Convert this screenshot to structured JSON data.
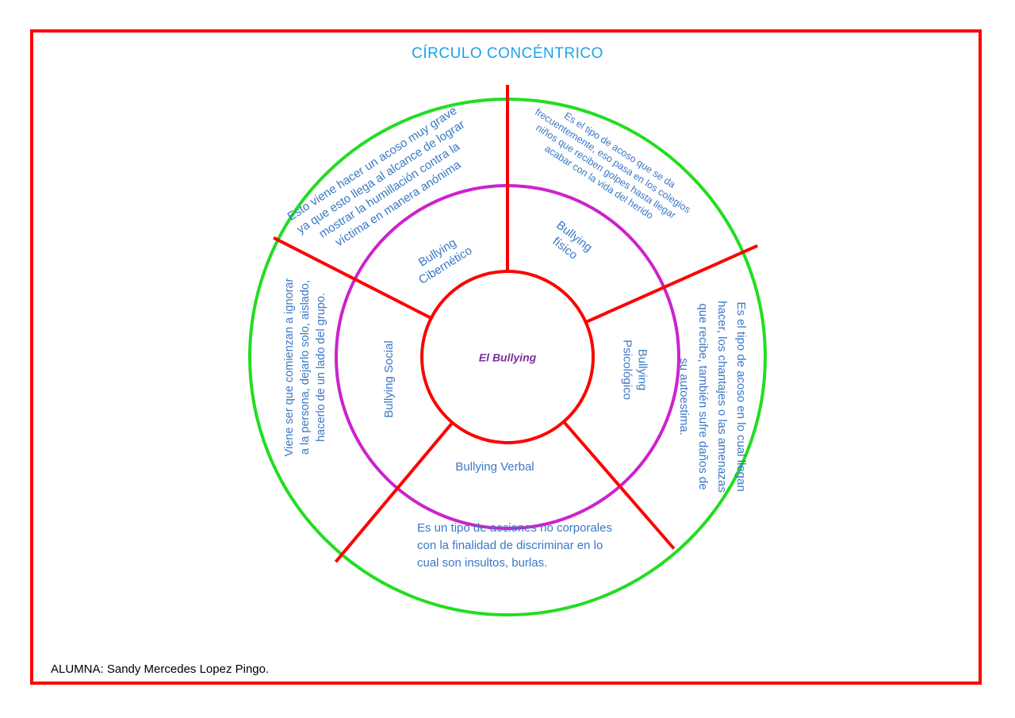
{
  "title": "CÍRCULO CONCÉNTRICO",
  "footer": "ALUMNA: Sandy Mercedes Lopez Pingo.",
  "colors": {
    "frame": "#ff0000",
    "outer_ring": "#22dd22",
    "middle_ring": "#cc22cc",
    "inner_ring": "#ff0000",
    "dividers": "#ff0000",
    "title_text": "#1aa3e8",
    "label_text": "#3a78c6",
    "center_text": "#7a30a0"
  },
  "center": {
    "label": "El Bullying"
  },
  "segments": [
    {
      "id": "fisico",
      "name_lines": [
        "Bullying",
        "físico"
      ],
      "description_lines": [
        "Es el tipo de acoso que se da",
        "frecuentemente, eso pasa en los colegios",
        "niños que reciben golpes hasta llegar",
        "acabar con la vida del herido"
      ]
    },
    {
      "id": "psicologico",
      "name_lines": [
        "Bullying",
        "Psicológico"
      ],
      "description_lines": [
        "Es el tipo de acoso en lo cual llegan",
        "hacer, los chantajes o las amenazas",
        "que recibe, también sufre daños de",
        "su autoestima."
      ]
    },
    {
      "id": "verbal",
      "name_lines": [
        "Bullying Verbal"
      ],
      "description_lines": [
        "Es un tipo de acciones no corporales",
        "con la finalidad de discriminar en lo",
        "cual son insultos, burlas."
      ]
    },
    {
      "id": "social",
      "name_lines": [
        "Bullying Social"
      ],
      "description_lines": [
        "Viene ser que comienzan a ignorar",
        "a la persona, dejarlo solo, aislado,",
        "hacerlo de un lado del grupo."
      ]
    },
    {
      "id": "cibernetico",
      "name_lines": [
        "Bullying",
        "Cibernético"
      ],
      "description_lines": [
        "Esto viene hacer un acoso muy grave",
        "ya que esto llega al alcance de lograr",
        "mostrar la humillación contra la",
        "víctima en manera anónima"
      ]
    }
  ]
}
